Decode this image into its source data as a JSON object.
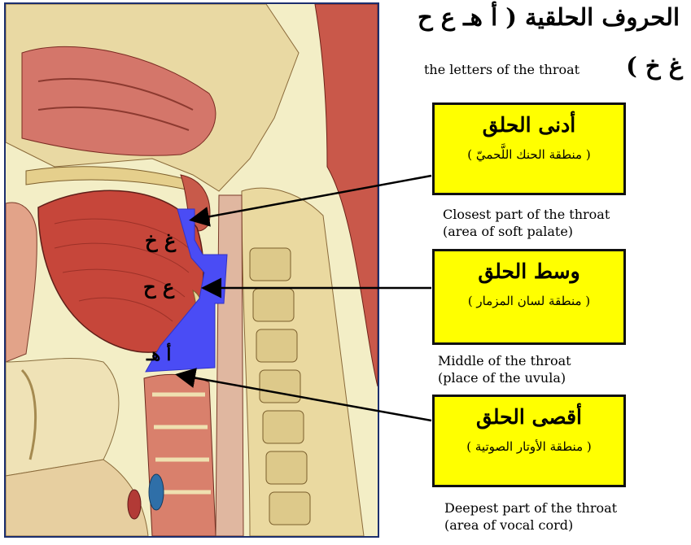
{
  "title_ar": "الحروف الحلقية ( أ هـ ع ح",
  "subtitle_ar": "غ خ )",
  "subtitle_en": "the letters of the throat",
  "zones": [
    {
      "name_ar": "أدنى الحلق",
      "area_ar": "( منطقة الحنك اللَّحميّ )",
      "caption_en": "Closest part of the throat\n(area of soft palate)",
      "letters_ar": "غ خ"
    },
    {
      "name_ar": "وسط الحلق",
      "area_ar": "( منطقة لسان المزمار )",
      "caption_en": "Middle of the throat\n(place of the uvula)",
      "letters_ar": "ع ح"
    },
    {
      "name_ar": "أقصى الحلق",
      "area_ar": "( منطقة الأوتار الصوتية )",
      "caption_en": "Deepest part of the throat\n(area of vocal cord)",
      "letters_ar": "أ هـ"
    }
  ],
  "colors": {
    "highlight_box": "#ffff00",
    "throat_region": "#4a4cf5",
    "muscle": "#c9574a",
    "bone": "#e8d79a",
    "frame": "#1c2f6e"
  }
}
